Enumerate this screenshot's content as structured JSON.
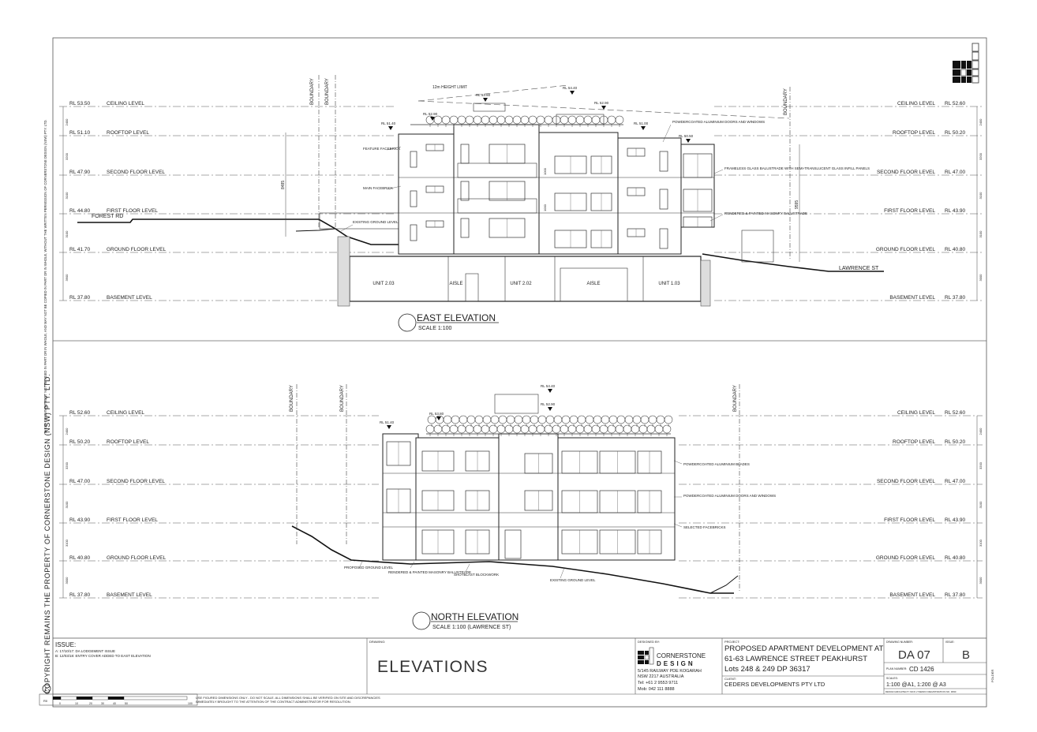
{
  "side_note": "THESE DRAWINGS MUST NOT BE USED IN PART OR IN WHOLE, AND MAY NOT BE COPIED IN PART OR IN WHOLE, WITHOUT THE WRITTEN PERMISSION OF CORNERSTONE DESIGN (NSW) PTY. LTD.",
  "copyright": "COPYRIGHT REMAINS THE PROPERTY OF CORNERSTONE DESIGN (NSW) PTY. LTD.",
  "east": {
    "title": "EAST ELEVATION",
    "scale": "SCALE 1:100",
    "left_levels": [
      {
        "rl": "RL 53.50",
        "name": "CEILING LEVEL"
      },
      {
        "rl": "RL 51.10",
        "name": "ROOFTOP LEVEL"
      },
      {
        "rl": "RL 47.90",
        "name": "SECOND FLOOR LEVEL"
      },
      {
        "rl": "RL 44.80",
        "name": "FIRST FLOOR LEVEL"
      },
      {
        "rl": "RL 41.70",
        "name": "GROUND FLOOR LEVEL"
      },
      {
        "rl": "RL 37.80",
        "name": "BASEMENT LEVEL"
      }
    ],
    "right_levels": [
      {
        "name": "CEILING LEVEL",
        "rl": "RL 52.60"
      },
      {
        "name": "ROOFTOP LEVEL",
        "rl": "RL 50.20"
      },
      {
        "name": "SECOND FLOOR LEVEL",
        "rl": "RL 47.00"
      },
      {
        "name": "FIRST FLOOR LEVEL",
        "rl": "RL 43.90"
      },
      {
        "name": "GROUND FLOOR LEVEL",
        "rl": "RL 40.80"
      },
      {
        "name": "BASEMENT LEVEL",
        "rl": "RL 37.80"
      }
    ],
    "left_dims": [
      "2400",
      "3200",
      "3100",
      "3100",
      "3900"
    ],
    "right_dims": [
      "2400",
      "3200",
      "3100",
      "3100",
      "3000"
    ],
    "forest_rd": "FOREST RD",
    "lawrence_st": "LAWRENCE ST",
    "boundary": "BOUNDARY",
    "height_limit": "12m HEIGHT LIMIT",
    "rls": [
      "RL 54.40",
      "RL 53.80",
      "RL 52.90",
      "RL 52.90",
      "RL 51.40",
      "RL 51.00",
      "RL 50.50"
    ],
    "units": [
      "UNIT 2.03",
      "AISLE",
      "UNIT 2.02",
      "AISLE",
      "UNIT 1.03"
    ],
    "dims_vertical": [
      "8485",
      "9595"
    ],
    "dims_small": [
      "1000",
      "1000"
    ],
    "notes": [
      "FEATURE FACEBRICK",
      "MAIN FACEBRICK",
      "EXISTING GROUND LEVEL",
      "POWDERCOATED ALUMINIUM DOORS AND WINDOWS",
      "FRAMELESS GLASS BALUSTRADE WITH SEMI-TRANSLUCENT GLASS INFILL PANELS",
      "RENDERED & PAINTED MASONRY BALUSTRADE"
    ]
  },
  "north": {
    "title": "NORTH ELEVATION",
    "scale": "SCALE 1:100 (LAWRENCE ST)",
    "left_levels": [
      {
        "rl": "RL 52.60",
        "name": "CEILING LEVEL"
      },
      {
        "rl": "RL 50.20",
        "name": "ROOFTOP LEVEL"
      },
      {
        "rl": "RL 47.00",
        "name": "SECOND FLOOR LEVEL"
      },
      {
        "rl": "RL 43.90",
        "name": "FIRST FLOOR LEVEL"
      },
      {
        "rl": "RL 40.80",
        "name": "GROUND FLOOR LEVEL"
      },
      {
        "rl": "RL 37.80",
        "name": "BASEMENT LEVEL"
      }
    ],
    "right_levels": [
      {
        "name": "CEILING LEVEL",
        "rl": "RL 52.60"
      },
      {
        "name": "ROOFTOP LEVEL",
        "rl": "RL 50.20"
      },
      {
        "name": "SECOND FLOOR LEVEL",
        "rl": "RL 47.00"
      },
      {
        "name": "FIRST FLOOR LEVEL",
        "rl": "RL 43.90"
      },
      {
        "name": "GROUND FLOOR LEVEL",
        "rl": "RL 40.80"
      },
      {
        "name": "BASEMENT LEVEL",
        "rl": "RL 37.80"
      }
    ],
    "left_dims": [
      "2400",
      "3200",
      "3100",
      "3100",
      "3000"
    ],
    "right_dims": [
      "2400",
      "3200",
      "3100",
      "3100",
      "3000"
    ],
    "boundary": "BOUNDARY",
    "rls": [
      "RL 54.40",
      "RL 52.90",
      "RL 53.80",
      "RL 51.40"
    ],
    "notes": [
      "POWDERCOATED ALUMINIUM BLADES",
      "POWDERCOATED ALUMINIUM DOORS AND WINDOWS",
      "SELECTED FACEBRICKS",
      "PROPOSED GROUND LEVEL",
      "RENDERED & PAINTED MASONRY BALUSTRADE",
      "SHOTBLAST BLOCKWORK",
      "EXISTING GROUND LEVEL"
    ]
  },
  "title_block": {
    "issue_heading": "ISSUE:",
    "issues": [
      "A: 17/10/17: DA LODGEMENT ISSUE",
      "B: 12/03/18: ENTRY COVER ADDED TO EAST ELEVATION"
    ],
    "drawing_label": "DRAWING:",
    "drawing_title": "ELEVATIONS",
    "designed_by_label": "DESIGNED BY:",
    "company_line1": "CORNERSTONE",
    "company_line2": "DESIGN",
    "address1": "5/145 RAILWAY PDE KOGARAH",
    "address2": "NSW 2217 AUSTRALIA",
    "tel": "Tel: +61 2 9553 9711",
    "mob": "Mob: 042 111 8888",
    "project_label": "PROJECT:",
    "project1": "PROPOSED APARTMENT DEVELOPMENT AT",
    "project2": "61-63 LAWRENCE STREET PEAKHURST",
    "project3": "Lots 248 & 249 DP 36317",
    "client_label": "CLIENT:",
    "client": "CEDERS DEVELOPMENTS PTY LTD",
    "drawing_number_label": "DRAWING NUMBER:",
    "drawing_number": "DA 07",
    "issue_label": "ISSUE:",
    "issue_letter": "B",
    "plan_number_label": "PLAN NUMBER:",
    "plan_number": "CD 1426",
    "scales_label": "SCALES:",
    "scales": "1:100 @A1, 1:200 @ A3",
    "architect": "DESIGN ARCHITECT: NICK LYSENKO REGISTRATION NO. 3690",
    "folder": "FOLDER",
    "scale_bar_labels": [
      "0",
      "10",
      "20",
      "30",
      "40",
      "50"
    ],
    "disclaimer1": "USE FIGURED DIMENSIONS ONLY - DO NOT SCALE. ALL DIMENSIONS SHALL BE VERIFIED ON SITE AND DISCREPANCIES",
    "disclaimer2": "IMMEDIATELY BROUGHT TO THE ATTENTION OF THE CONTRACT ADMINISTRATOR FOR RESOLUTION.",
    "scale_bar_prefix": "R0",
    "scale_bar_suffix": "100"
  }
}
